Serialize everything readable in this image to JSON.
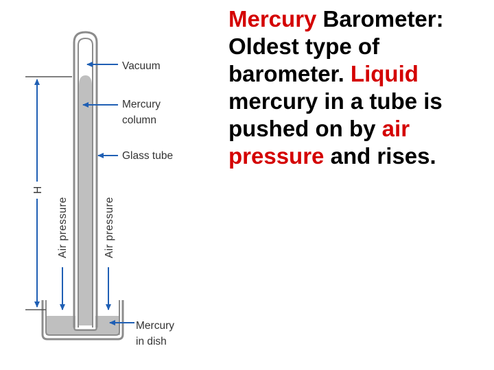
{
  "diagram": {
    "labels": {
      "vacuum": "Vacuum",
      "mercury_column_line1": "Mercury",
      "mercury_column_line2": "column",
      "glass_tube": "Glass tube",
      "air_pressure_left": "Air pressure",
      "air_pressure_right": "Air pressure",
      "height": "H",
      "mercury_dish_line1": "Mercury",
      "mercury_dish_line2": "in dish"
    },
    "colors": {
      "arrow": "#1f5fb4",
      "mercury": "#bfbfbf",
      "glass": "#8c8c8c"
    }
  },
  "slide_text": {
    "part1": "Mercury",
    "part2": " Barometer: Oldest type of barometer.  ",
    "part3": "Liquid",
    "part4": " mercury in a tube is pushed on by ",
    "part5": "air pressure",
    "part6": " and rises."
  }
}
